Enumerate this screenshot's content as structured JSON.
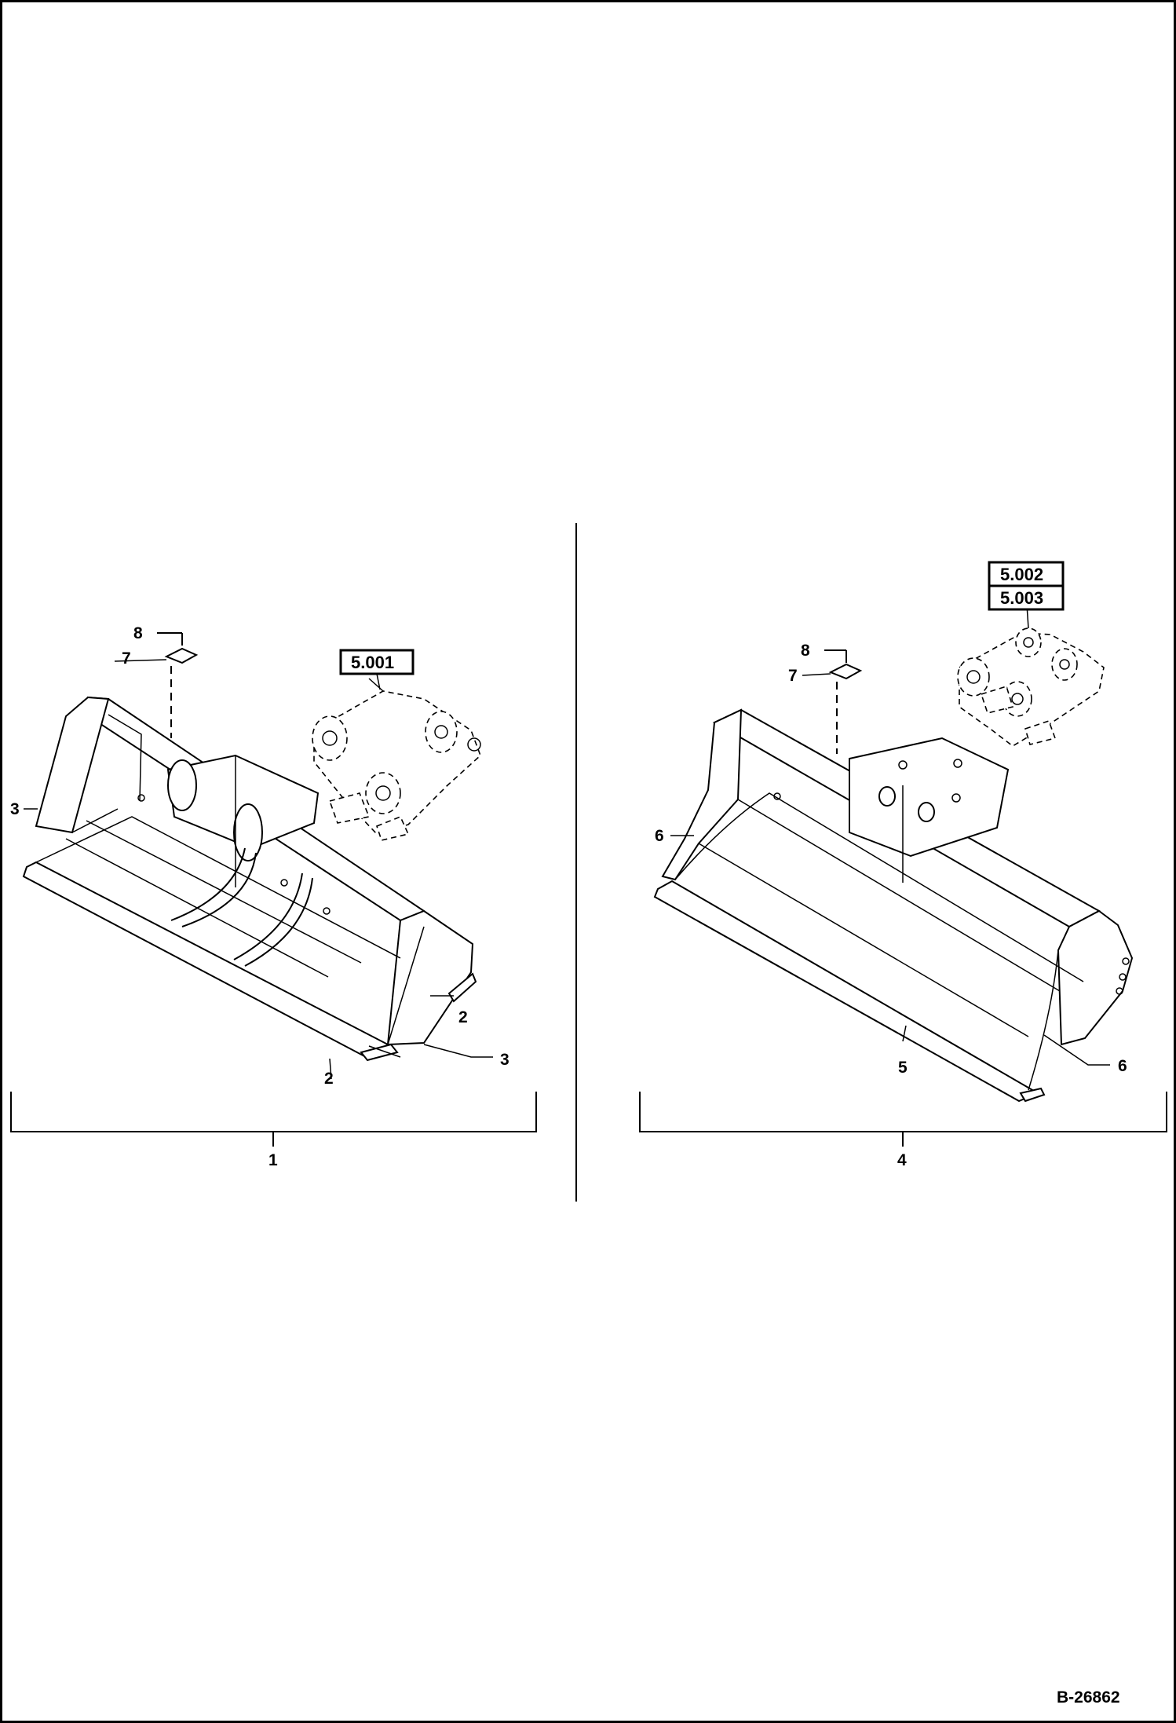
{
  "drawing": {
    "id": "B-26862",
    "divider_color": "#000000"
  },
  "left_assembly": {
    "group_number": "1",
    "ref_code": "5.001",
    "callouts": [
      "8",
      "7",
      "3",
      "2",
      "2",
      "3"
    ]
  },
  "right_assembly": {
    "group_number": "4",
    "ref_codes": [
      "5.002",
      "5.003"
    ],
    "callouts": [
      "8",
      "7",
      "6",
      "5",
      "6"
    ]
  }
}
